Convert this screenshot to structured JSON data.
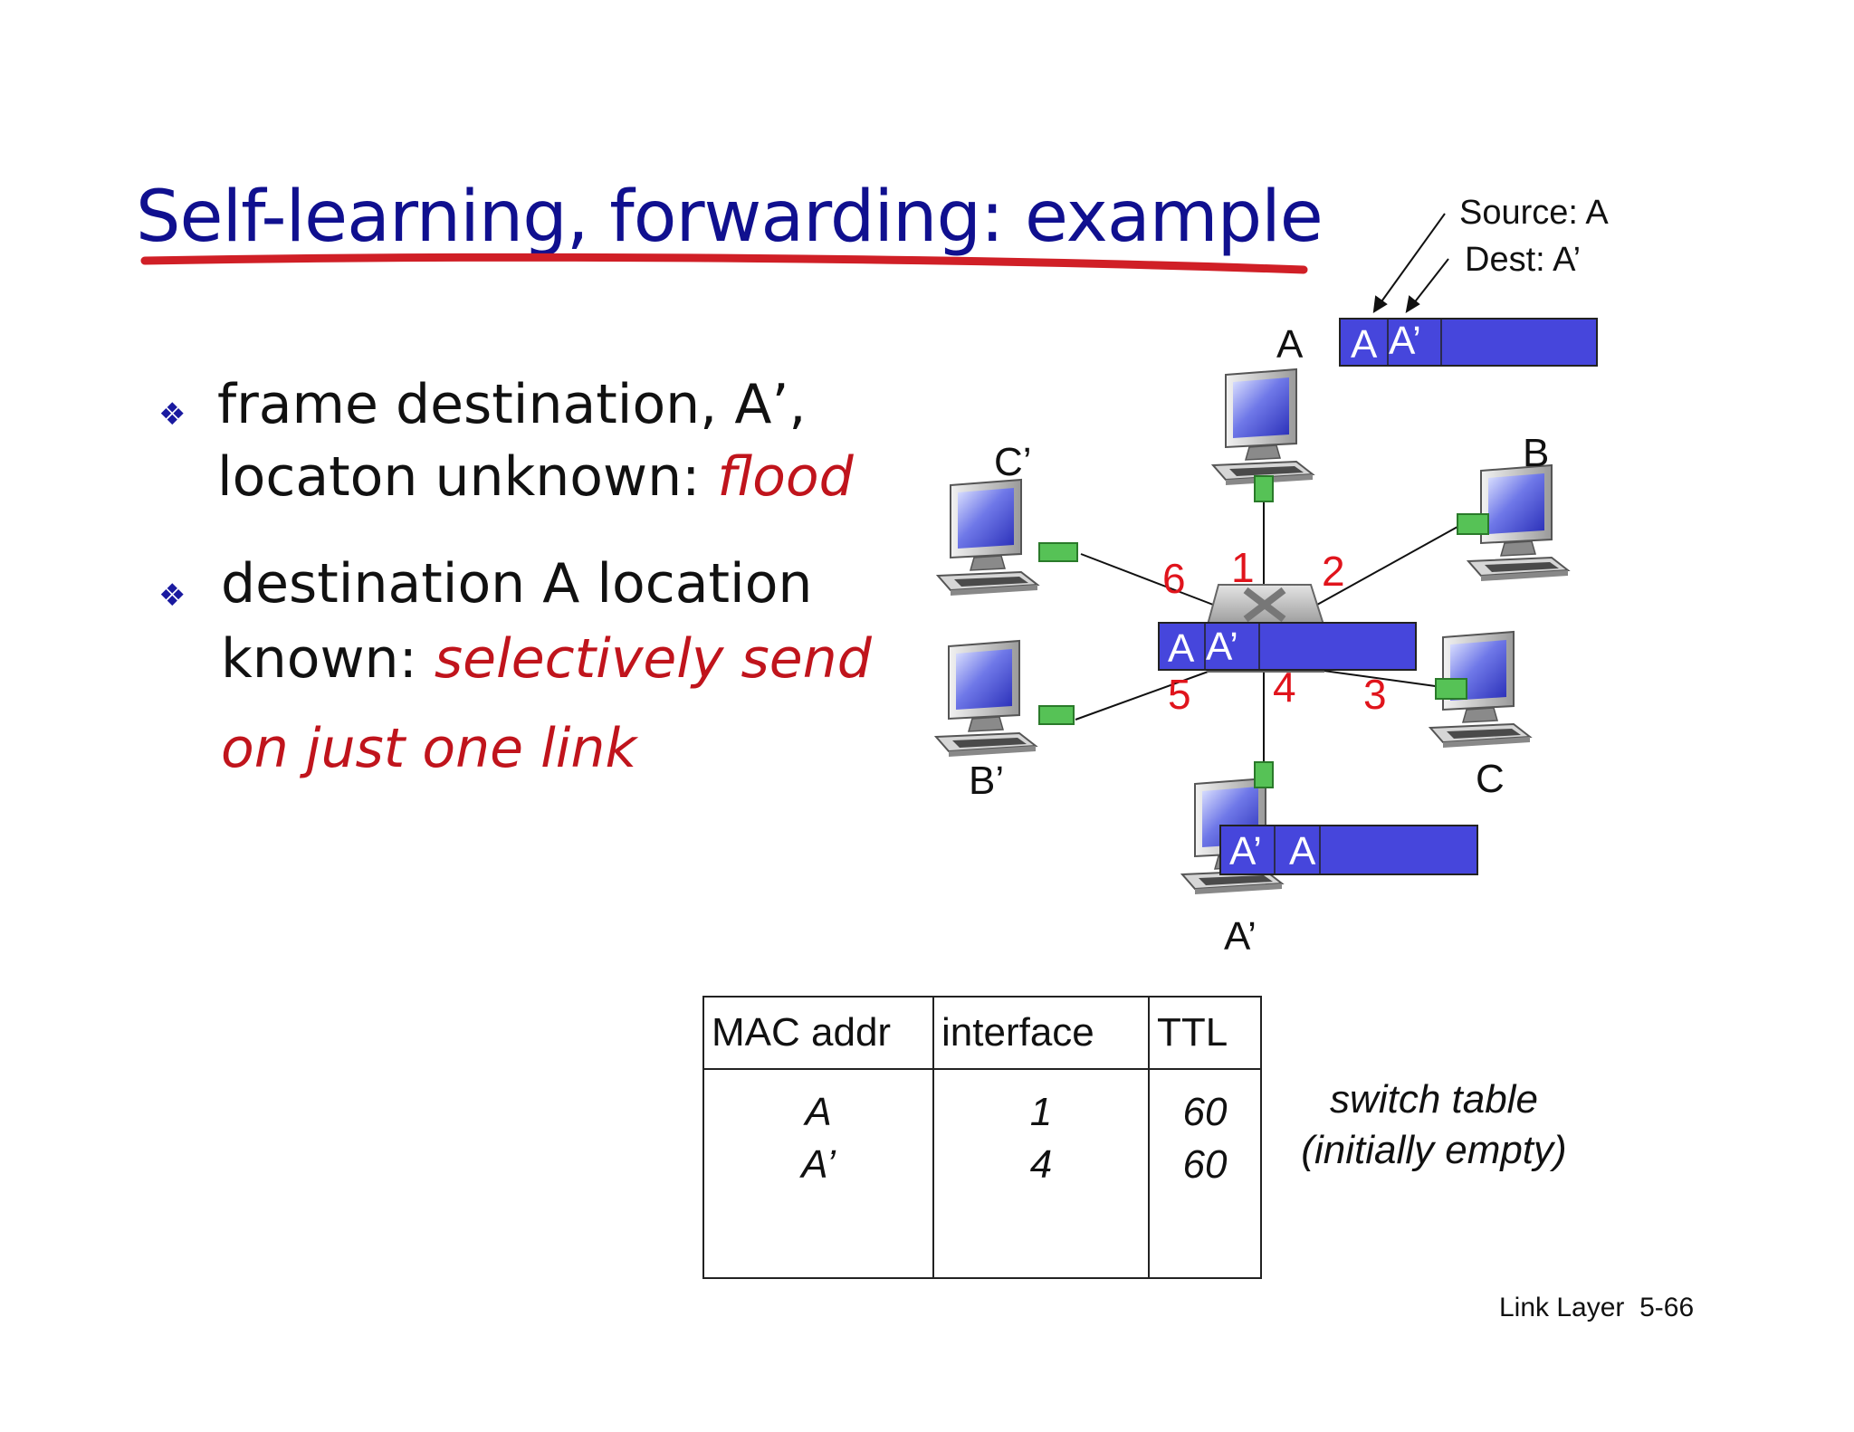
{
  "title": "Self-learning, forwarding: example",
  "bullets": [
    {
      "line1": "frame destination, A’,",
      "line2_plain": "locaton unknown: ",
      "line2_emph": "flood"
    },
    {
      "line1": "destination A location",
      "line2_plain": "known: ",
      "line2_emph": "selectively send",
      "line3_emph": "on just one link"
    }
  ],
  "annotation": {
    "source": "Source: A",
    "dest": "Dest: A’"
  },
  "hosts": {
    "a": "A",
    "b": "B",
    "c": "C",
    "a_prime": "A’",
    "b_prime": "B’",
    "c_prime": "C’"
  },
  "ports": [
    "1",
    "2",
    "3",
    "4",
    "5",
    "6"
  ],
  "frames": {
    "top": {
      "src": "A",
      "dst": "A’"
    },
    "switch": {
      "src": "A",
      "dst": "A’"
    },
    "bottom": {
      "first": "A’",
      "second": "A"
    }
  },
  "table": {
    "headers": [
      "MAC addr",
      "interface",
      "TTL"
    ],
    "rows": [
      [
        "A",
        "1",
        "60"
      ],
      [
        "A’",
        "4",
        "60"
      ]
    ],
    "col_mac": "A\nA’",
    "col_if": "1\n4",
    "col_ttl": "60\n60"
  },
  "caption": {
    "line1": "switch table",
    "line2": "(initially empty)"
  },
  "footer": {
    "chapter": "Link Layer",
    "page": "5-66"
  },
  "colors": {
    "title": "#10108f",
    "emph": "#c0141c",
    "frame": "#4646dc",
    "port": "#e0141c",
    "connector": "#3faa3f"
  }
}
